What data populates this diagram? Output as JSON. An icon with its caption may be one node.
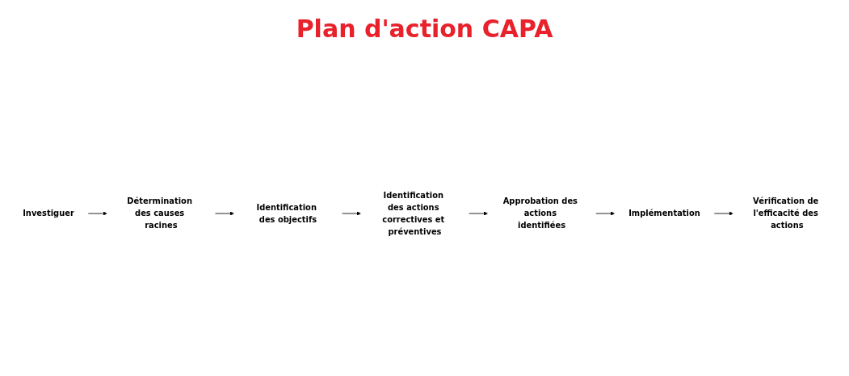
{
  "diagram": {
    "title": "Plan d'action CAPA",
    "nodes": [
      {
        "text": [
          "Investiguer"
        ]
      },
      {
        "text": [
          "Détermination des causes racines"
        ]
      },
      {
        "text": [
          "Identification des objectifs"
        ]
      },
      {
        "text": [
          "Identification des actions correctives et préventives"
        ]
      },
      {
        "text": [
          "Approbation des actions identifiées"
        ]
      },
      {
        "text": [
          "Implémentation"
        ]
      },
      {
        "text": [
          "Vérification de l'efficacité des actions"
        ]
      }
    ],
    "edges": [
      {
        "from": 0,
        "to": 1,
        "arrow": "to"
      },
      {
        "from": 1,
        "to": 2,
        "arrow": "to"
      },
      {
        "from": 2,
        "to": 3,
        "arrow": "to"
      },
      {
        "from": 3,
        "to": 4,
        "arrow": "to"
      },
      {
        "from": 4,
        "to": 5,
        "arrow": "to"
      },
      {
        "from": 5,
        "to": 6,
        "arrow": "to"
      }
    ]
  }
}
